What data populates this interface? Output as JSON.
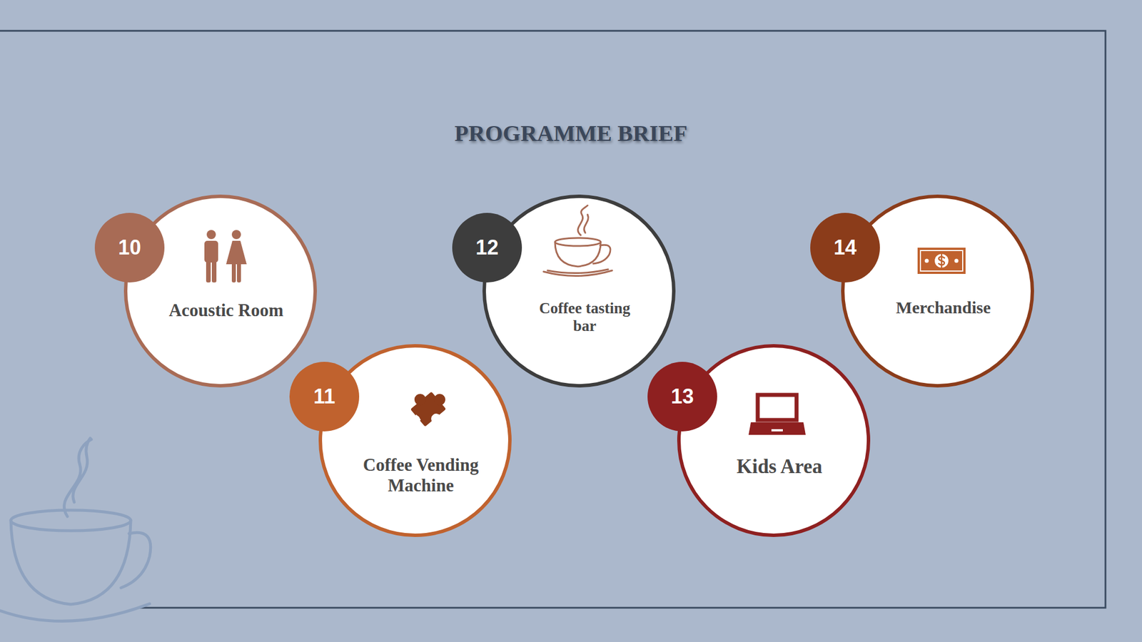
{
  "diagram": {
    "title": "PROGRAMME BRIEF",
    "nodes": [
      {
        "text": [
          "10",
          "Acoustic Room"
        ]
      },
      {
        "text": [
          "11",
          "Coffee Vending Machine"
        ]
      },
      {
        "text": [
          "12",
          "Coffee tasting bar"
        ]
      },
      {
        "text": [
          "13",
          "Kids Area"
        ]
      },
      {
        "text": [
          "14",
          "Merchandise"
        ]
      }
    ]
  }
}
